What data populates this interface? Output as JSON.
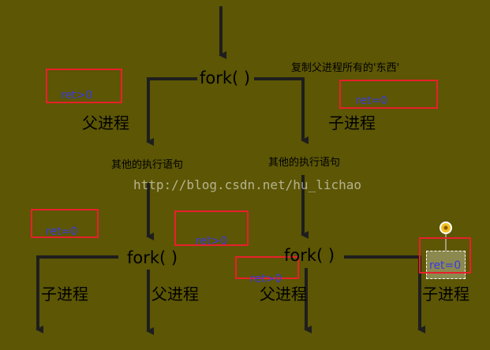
{
  "nodes": {
    "fork_top": "fork( )",
    "fork_left": "fork( )",
    "fork_right": "fork( )"
  },
  "labels": {
    "parent_1": "父进程",
    "child_1": "子进程",
    "copy_note": "复制父进程所有的'东西'",
    "other_stmts_left": "其他的执行语句",
    "other_stmts_right": "其他的执行语句",
    "child_ll": "子进程",
    "parent_lr": "父进程",
    "parent_rl": "父进程",
    "child_rr": "子进程"
  },
  "returns": {
    "r1": "ret>0",
    "r2": "ret=0",
    "r3": "ret=0",
    "r4": "ret>0",
    "r5": "ret>0",
    "r6": "ret=0"
  },
  "watermark": "http://blog.csdn.net/hu_lichao",
  "colors": {
    "background": "#5c5605",
    "line": "#1e1e1e",
    "box": "#e8202a",
    "ret_text": "#3a3adf"
  }
}
